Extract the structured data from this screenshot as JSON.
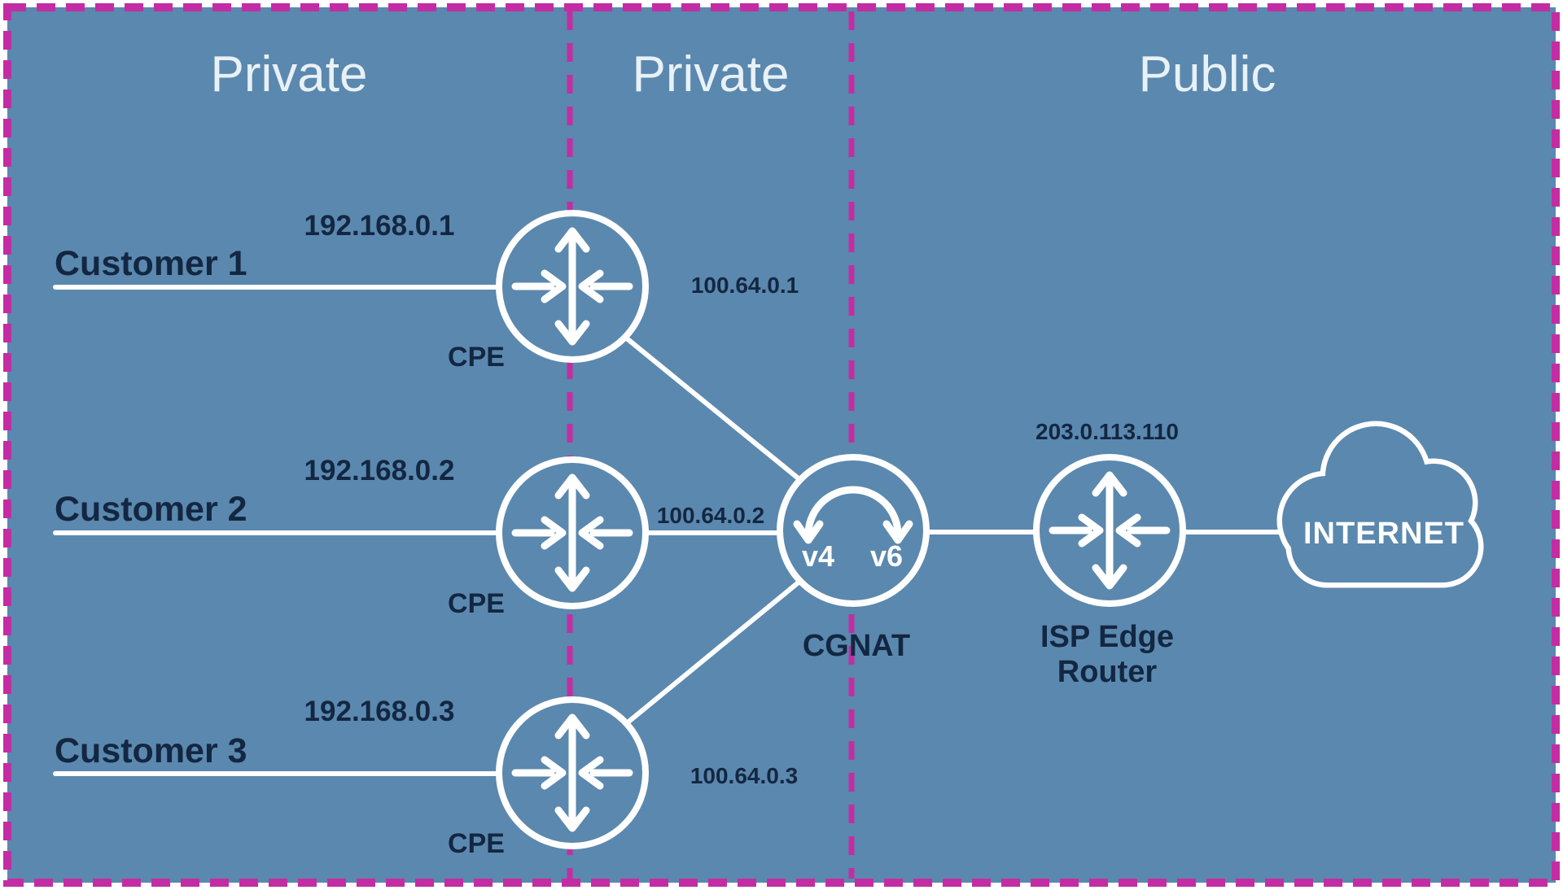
{
  "colors": {
    "background": "#5b88ae",
    "accent": "#c32da3",
    "line": "#ffffff",
    "dark_text": "#132742",
    "light_text": "#e8f1f7"
  },
  "zones": [
    {
      "label": "Private"
    },
    {
      "label": "Private"
    },
    {
      "label": "Public"
    }
  ],
  "customers": [
    {
      "name": "Customer 1",
      "lan_ip": "192.168.0.1",
      "device": "CPE",
      "wan_ip": "100.64.0.1"
    },
    {
      "name": "Customer 2",
      "lan_ip": "192.168.0.2",
      "device": "CPE",
      "wan_ip": "100.64.0.2"
    },
    {
      "name": "Customer 3",
      "lan_ip": "192.168.0.3",
      "device": "CPE",
      "wan_ip": "100.64.0.3"
    }
  ],
  "cgnat": {
    "label": "CGNAT",
    "v4_tag": "v4",
    "v6_tag": "v6"
  },
  "isp_router": {
    "public_ip": "203.0.113.110",
    "label_line1": "ISP Edge",
    "label_line2": "Router"
  },
  "internet": {
    "label": "INTERNET"
  }
}
